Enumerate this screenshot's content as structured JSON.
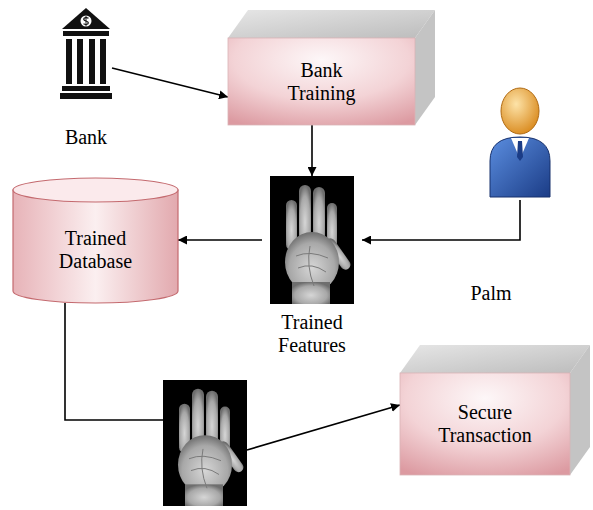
{
  "diagram": {
    "nodes": [
      {
        "text": [
          "Bank"
        ]
      },
      {
        "text": [
          "Bank Training"
        ]
      },
      {
        "text": []
      },
      {
        "text": [
          "Trained Database"
        ]
      },
      {
        "text": [
          "Trained Features"
        ]
      },
      {
        "text": []
      },
      {
        "text": [
          "Secure Transaction"
        ]
      }
    ],
    "edges": [
      {
        "from": 0,
        "to": 1,
        "arrow": "to"
      },
      {
        "from": 1,
        "to": 4,
        "arrow": "to"
      },
      {
        "from": 2,
        "to": 4,
        "label": "Palm",
        "arrow": "to"
      },
      {
        "from": 4,
        "to": 3,
        "arrow": "to"
      },
      {
        "from": 3,
        "to": 5,
        "arrow": "none"
      },
      {
        "from": 5,
        "to": 6,
        "arrow": "to"
      }
    ]
  }
}
